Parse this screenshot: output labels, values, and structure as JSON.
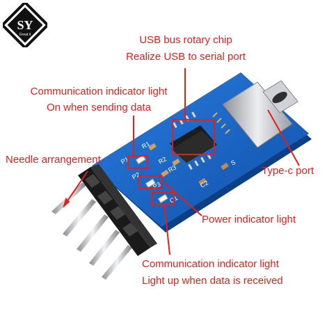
{
  "logo": {
    "mark": "SY",
    "tagline": "Great it"
  },
  "silkscreen": {
    "p1": "P1",
    "r1": "R1",
    "r2": "R2",
    "r3": "R3",
    "p2": "P2",
    "p3": "P3",
    "c1": "C1",
    "c2": "C2",
    "s": "S"
  },
  "labels": {
    "usb_chip_line1": "USB bus rotary chip",
    "usb_chip_line2": "Realize USB to serial port",
    "comm_send_line1": "Communication indicator light",
    "comm_send_line2": "On when sending data",
    "needle": "Needle arrangement",
    "typec": "Type-c port",
    "power": "Power indicator light",
    "comm_recv_line1": "Communication indicator light",
    "comm_recv_line2": "Light up when data is received"
  },
  "colors": {
    "label_red": "#e0201b",
    "pcb_blue": "#1463c2",
    "pcb_edge": "#0d3f85",
    "metal": "#c9ccd1"
  }
}
